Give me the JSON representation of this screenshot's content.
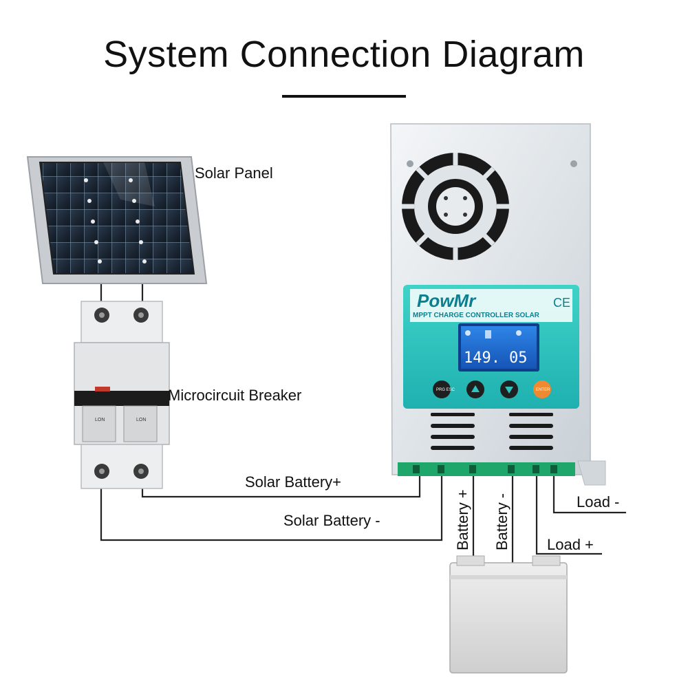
{
  "title": "System Connection Diagram",
  "components": {
    "solar_panel": "Solar Panel",
    "breaker": "Microcircuit Breaker",
    "controller_brand": "PowMr",
    "controller_ce": "CE",
    "controller_subtitle": "MPPT CHARGE CONTROLLER SOLAR",
    "lcd_left": "149.",
    "lcd_right": "05",
    "breaker_switch_label": "LON"
  },
  "wires": {
    "solar_plus": "Solar Battery+",
    "solar_minus": "Solar Battery -",
    "battery_plus": "Battery +",
    "battery_minus": "Battery -",
    "load_minus": "Load -",
    "load_plus": "Load +"
  },
  "buttons": {
    "esc": "PRG ESC",
    "enter": "ENTER"
  },
  "colors": {
    "controller_accent": "#2fc4bf",
    "brand_text": "#0b7f8f",
    "enter_button": "#f08a32",
    "lcd_background": "#1f6fd1"
  }
}
